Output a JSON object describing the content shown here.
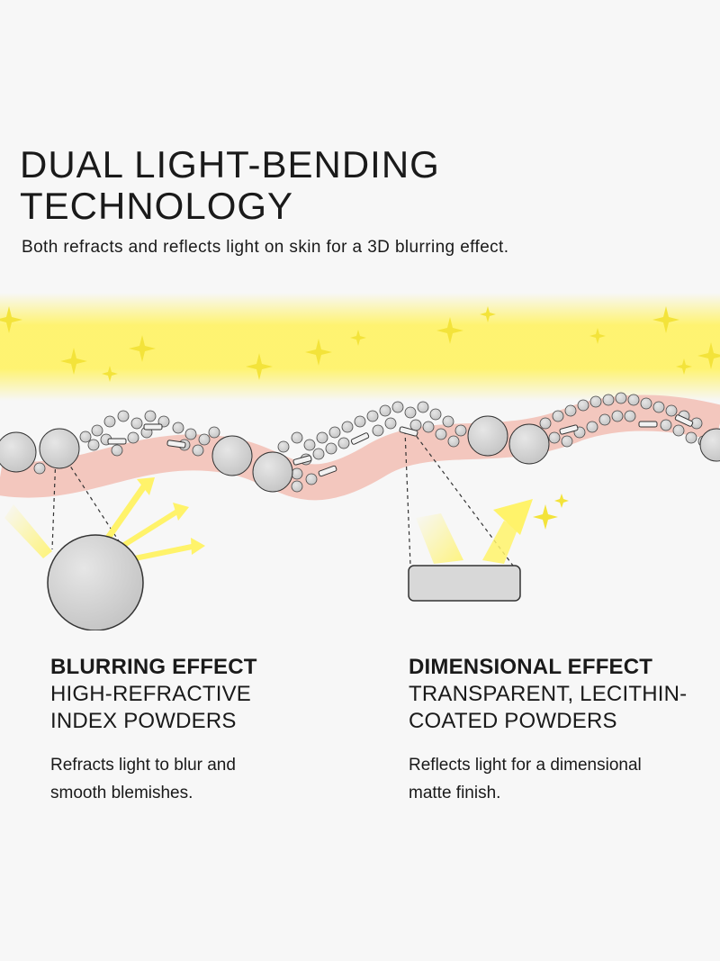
{
  "header": {
    "title_line1": "DUAL LIGHT-BENDING",
    "title_line2": "TECHNOLOGY",
    "subtitle": "Both refracts and reflects light on skin for a 3D blurring effect."
  },
  "colors": {
    "light_band": "#fff36a",
    "sparkle": "#f3e33a",
    "skin_band": "#f3c7be",
    "powder": "#d6d6d6",
    "powder_outline": "#2a2a2a"
  },
  "left_feature": {
    "effect": "BLURRING EFFECT",
    "powder_line1": "HIGH-REFRACTIVE",
    "powder_line2": "INDEX POWDERS",
    "desc_line1": "Refracts light to blur and",
    "desc_line2": "smooth blemishes."
  },
  "right_feature": {
    "effect": "DIMENSIONAL EFFECT",
    "powder_line1": "TRANSPARENT, LECITHIN-",
    "powder_line2": "COATED POWDERS",
    "desc_line1": "Reflects light for a dimensional",
    "desc_line2": "matte finish."
  }
}
